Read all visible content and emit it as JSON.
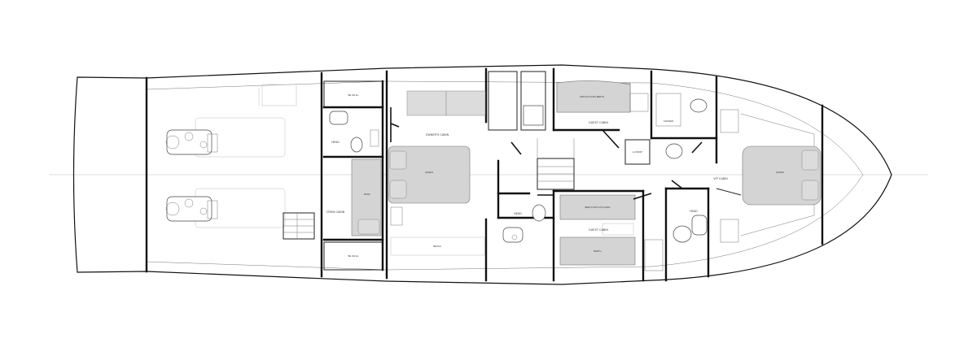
{
  "plan": {
    "rooms": {
      "owners_cabin": "OWNER'S CABIN",
      "guest_cabin_upper": "GUEST CABIN",
      "guest_cabin_lower": "GUEST CABIN",
      "vip_cabin": "VIP CABIN",
      "crew_cabin": "CREW CABIN",
      "head_crew": "HEAD",
      "head_center": "HEAD",
      "head_fwd": "HEAD"
    },
    "small_labels": {
      "owners_bed": "QUEEN",
      "crew_bunk": "BUNK",
      "vip_bed": "QUEEN",
      "guest_upper_berth": "ARTICULATING BERTH",
      "guest_lower_berth": "BERTH",
      "guest_lower_note": "BERTH WITH PULLMAN",
      "storage_top": "BE AW EL",
      "storage_bottom": "BE AW EL",
      "bench": "BENCH",
      "laundry": "LAUNDRY",
      "shower": "SHOWER"
    }
  },
  "colors": {
    "wall": "#111111",
    "furniture": "#d4d4d4",
    "background": "#ffffff"
  }
}
